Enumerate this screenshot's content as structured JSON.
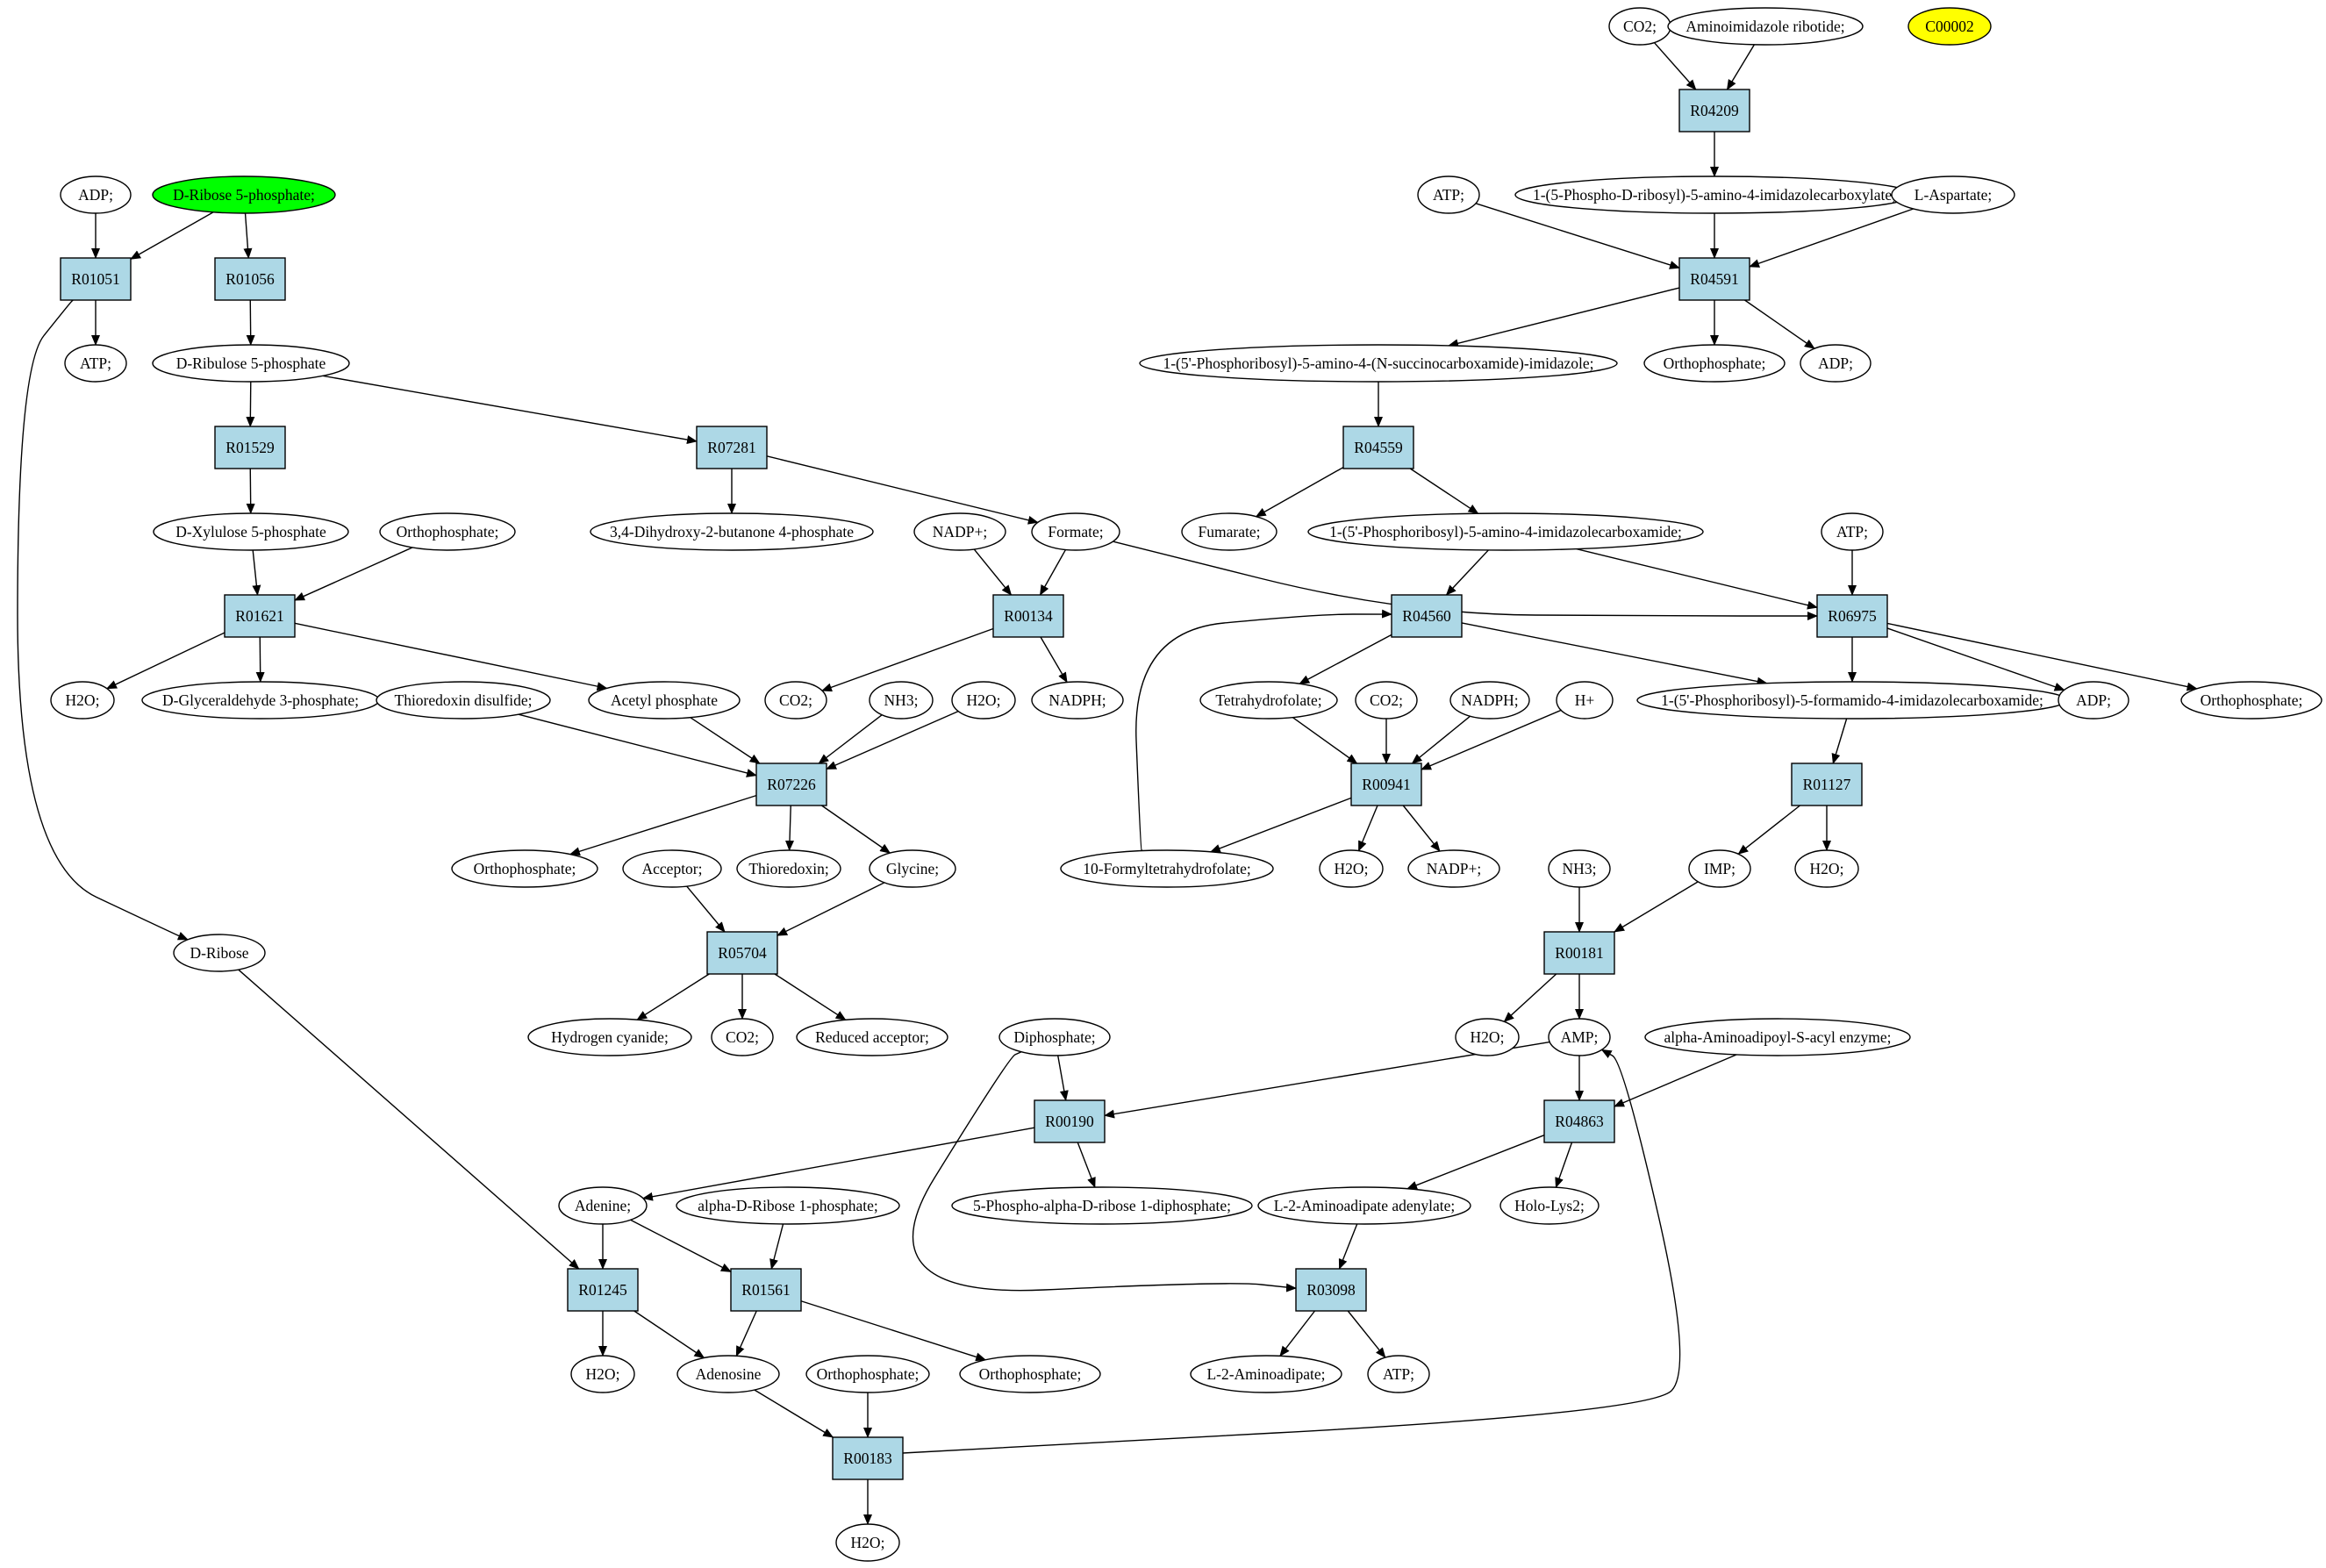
{
  "diagram": {
    "colors": {
      "reaction_fill": "#add8e6",
      "metabolite_fill": "#ffffff",
      "start_fill": "#00ff00",
      "highlight_fill": "#ffff00",
      "stroke": "#000000"
    },
    "nodes": [
      {
        "id": "m_co2_top",
        "label": "CO2;",
        "kind": "metabolite"
      },
      {
        "id": "m_air",
        "label": "Aminoimidazole ribotide;",
        "kind": "metabolite"
      },
      {
        "id": "m_c00002",
        "label": "C00002",
        "kind": "highlight"
      },
      {
        "id": "r_R04209",
        "label": "R04209",
        "kind": "reaction"
      },
      {
        "id": "m_atp_r04591",
        "label": "ATP;",
        "kind": "metabolite"
      },
      {
        "id": "m_cair",
        "label": "1-(5-Phospho-D-ribosyl)-5-amino-4-imidazolecarboxylate;",
        "kind": "metabolite"
      },
      {
        "id": "m_aspartate",
        "label": "L-Aspartate;",
        "kind": "metabolite"
      },
      {
        "id": "r_R04591",
        "label": "R04591",
        "kind": "reaction"
      },
      {
        "id": "m_saicar",
        "label": "1-(5'-Phosphoribosyl)-5-amino-4-(N-succinocarboxamide)-imidazole;",
        "kind": "metabolite"
      },
      {
        "id": "m_orthophos_r04591",
        "label": "Orthophosphate;",
        "kind": "metabolite"
      },
      {
        "id": "m_adp_r04591",
        "label": "ADP;",
        "kind": "metabolite"
      },
      {
        "id": "r_R04559",
        "label": "R04559",
        "kind": "reaction"
      },
      {
        "id": "m_fumarate",
        "label": "Fumarate;",
        "kind": "metabolite"
      },
      {
        "id": "m_aicar",
        "label": "1-(5'-Phosphoribosyl)-5-amino-4-imidazolecarboxamide;",
        "kind": "metabolite"
      },
      {
        "id": "m_atp_r06975",
        "label": "ATP;",
        "kind": "metabolite"
      },
      {
        "id": "r_R04560",
        "label": "R04560",
        "kind": "reaction"
      },
      {
        "id": "r_R06975",
        "label": "R06975",
        "kind": "reaction"
      },
      {
        "id": "m_thf",
        "label": "Tetrahydrofolate;",
        "kind": "metabolite"
      },
      {
        "id": "m_co2_r00941",
        "label": "CO2;",
        "kind": "metabolite"
      },
      {
        "id": "m_nadph_r00941",
        "label": "NADPH;",
        "kind": "metabolite"
      },
      {
        "id": "m_hplus",
        "label": "H+",
        "kind": "metabolite"
      },
      {
        "id": "m_faicar",
        "label": "1-(5'-Phosphoribosyl)-5-formamido-4-imidazolecarboxamide;",
        "kind": "metabolite"
      },
      {
        "id": "m_adp_r06975",
        "label": "ADP;",
        "kind": "metabolite"
      },
      {
        "id": "m_orthophos_r06975",
        "label": "Orthophosphate;",
        "kind": "metabolite"
      },
      {
        "id": "r_R00941",
        "label": "R00941",
        "kind": "reaction"
      },
      {
        "id": "m_10fthf",
        "label": "10-Formyltetrahydrofolate;",
        "kind": "metabolite"
      },
      {
        "id": "m_h2o_r00941",
        "label": "H2O;",
        "kind": "metabolite"
      },
      {
        "id": "m_nadp_r00941",
        "label": "NADP+;",
        "kind": "metabolite"
      },
      {
        "id": "r_R01127",
        "label": "R01127",
        "kind": "reaction"
      },
      {
        "id": "m_imp",
        "label": "IMP;",
        "kind": "metabolite"
      },
      {
        "id": "m_h2o_r01127",
        "label": "H2O;",
        "kind": "metabolite"
      },
      {
        "id": "m_nh3_r00181",
        "label": "NH3;",
        "kind": "metabolite"
      },
      {
        "id": "r_R00181",
        "label": "R00181",
        "kind": "reaction"
      },
      {
        "id": "m_h2o_r00181",
        "label": "H2O;",
        "kind": "metabolite"
      },
      {
        "id": "m_amp",
        "label": "AMP;",
        "kind": "metabolite"
      },
      {
        "id": "m_aminoadipoyl",
        "label": "alpha-Aminoadipoyl-S-acyl enzyme;",
        "kind": "metabolite"
      },
      {
        "id": "r_R04863",
        "label": "R04863",
        "kind": "reaction"
      },
      {
        "id": "m_l2aa_adenylate",
        "label": "L-2-Aminoadipate adenylate;",
        "kind": "metabolite"
      },
      {
        "id": "m_hololys2",
        "label": "Holo-Lys2;",
        "kind": "metabolite"
      },
      {
        "id": "r_R03098",
        "label": "R03098",
        "kind": "reaction"
      },
      {
        "id": "m_l2aa",
        "label": "L-2-Aminoadipate;",
        "kind": "metabolite"
      },
      {
        "id": "m_atp_r03098",
        "label": "ATP;",
        "kind": "metabolite"
      },
      {
        "id": "m_diphosphate",
        "label": "Diphosphate;",
        "kind": "metabolite"
      },
      {
        "id": "r_R00190",
        "label": "R00190",
        "kind": "reaction"
      },
      {
        "id": "m_prpp",
        "label": "5-Phospho-alpha-D-ribose 1-diphosphate;",
        "kind": "metabolite"
      },
      {
        "id": "m_adenine",
        "label": "Adenine;",
        "kind": "metabolite"
      },
      {
        "id": "m_r1p",
        "label": "alpha-D-Ribose 1-phosphate;",
        "kind": "metabolite"
      },
      {
        "id": "r_R01245",
        "label": "R01245",
        "kind": "reaction"
      },
      {
        "id": "r_R01561",
        "label": "R01561",
        "kind": "reaction"
      },
      {
        "id": "m_h2o_r01245",
        "label": "H2O;",
        "kind": "metabolite"
      },
      {
        "id": "m_adenosine",
        "label": "Adenosine",
        "kind": "metabolite"
      },
      {
        "id": "m_orthophos_r00183",
        "label": "Orthophosphate;",
        "kind": "metabolite"
      },
      {
        "id": "m_orthophos_r01561",
        "label": "Orthophosphate;",
        "kind": "metabolite"
      },
      {
        "id": "r_R00183",
        "label": "R00183",
        "kind": "reaction"
      },
      {
        "id": "m_h2o_r00183",
        "label": "H2O;",
        "kind": "metabolite"
      },
      {
        "id": "m_adp_r01051",
        "label": "ADP;",
        "kind": "metabolite"
      },
      {
        "id": "m_r5p",
        "label": "D-Ribose 5-phosphate;",
        "kind": "start"
      },
      {
        "id": "r_R01051",
        "label": "R01051",
        "kind": "reaction"
      },
      {
        "id": "r_R01056",
        "label": "R01056",
        "kind": "reaction"
      },
      {
        "id": "m_atp_r01051",
        "label": "ATP;",
        "kind": "metabolite"
      },
      {
        "id": "m_ru5p",
        "label": "D-Ribulose 5-phosphate",
        "kind": "metabolite"
      },
      {
        "id": "r_R01529",
        "label": "R01529",
        "kind": "reaction"
      },
      {
        "id": "r_R07281",
        "label": "R07281",
        "kind": "reaction"
      },
      {
        "id": "m_xu5p",
        "label": "D-Xylulose 5-phosphate",
        "kind": "metabolite"
      },
      {
        "id": "m_orthophos_r01621",
        "label": "Orthophosphate;",
        "kind": "metabolite"
      },
      {
        "id": "m_dhbp",
        "label": "3,4-Dihydroxy-2-butanone 4-phosphate",
        "kind": "metabolite"
      },
      {
        "id": "m_nadp_r00134",
        "label": "NADP+;",
        "kind": "metabolite"
      },
      {
        "id": "m_formate",
        "label": "Formate;",
        "kind": "metabolite"
      },
      {
        "id": "r_R01621",
        "label": "R01621",
        "kind": "reaction"
      },
      {
        "id": "r_R00134",
        "label": "R00134",
        "kind": "reaction"
      },
      {
        "id": "m_h2o_r01621",
        "label": "H2O;",
        "kind": "metabolite"
      },
      {
        "id": "m_gap",
        "label": "D-Glyceraldehyde 3-phosphate;",
        "kind": "metabolite"
      },
      {
        "id": "m_trx_ss",
        "label": "Thioredoxin disulfide;",
        "kind": "metabolite"
      },
      {
        "id": "m_acetylp",
        "label": "Acetyl phosphate",
        "kind": "metabolite"
      },
      {
        "id": "m_co2_r00134",
        "label": "CO2;",
        "kind": "metabolite"
      },
      {
        "id": "m_nh3_r07226",
        "label": "NH3;",
        "kind": "metabolite"
      },
      {
        "id": "m_h2o_r07226",
        "label": "H2O;",
        "kind": "metabolite"
      },
      {
        "id": "m_nadph_r00134",
        "label": "NADPH;",
        "kind": "metabolite"
      },
      {
        "id": "r_R07226",
        "label": "R07226",
        "kind": "reaction"
      },
      {
        "id": "m_orthophos_r07226",
        "label": "Orthophosphate;",
        "kind": "metabolite"
      },
      {
        "id": "m_thioredoxin",
        "label": "Thioredoxin;",
        "kind": "metabolite"
      },
      {
        "id": "m_glycine",
        "label": "Glycine;",
        "kind": "metabolite"
      },
      {
        "id": "m_acceptor",
        "label": "Acceptor;",
        "kind": "metabolite"
      },
      {
        "id": "r_R05704",
        "label": "R05704",
        "kind": "reaction"
      },
      {
        "id": "m_hcn",
        "label": "Hydrogen cyanide;",
        "kind": "metabolite"
      },
      {
        "id": "m_co2_r05704",
        "label": "CO2;",
        "kind": "metabolite"
      },
      {
        "id": "m_reduced_acceptor",
        "label": "Reduced acceptor;",
        "kind": "metabolite"
      },
      {
        "id": "m_dribose",
        "label": "D-Ribose",
        "kind": "metabolite"
      }
    ],
    "edges": [
      [
        "m_co2_top",
        "r_R04209"
      ],
      [
        "m_air",
        "r_R04209"
      ],
      [
        "r_R04209",
        "m_cair"
      ],
      [
        "m_atp_r04591",
        "r_R04591"
      ],
      [
        "m_cair",
        "r_R04591"
      ],
      [
        "m_aspartate",
        "r_R04591"
      ],
      [
        "r_R04591",
        "m_saicar"
      ],
      [
        "r_R04591",
        "m_orthophos_r04591"
      ],
      [
        "r_R04591",
        "m_adp_r04591"
      ],
      [
        "m_saicar",
        "r_R04559"
      ],
      [
        "r_R04559",
        "m_fumarate"
      ],
      [
        "r_R04559",
        "m_aicar"
      ],
      [
        "m_aicar",
        "r_R04560"
      ],
      [
        "m_aicar",
        "r_R06975"
      ],
      [
        "m_atp_r06975",
        "r_R06975"
      ],
      [
        "m_formate",
        "r_R06975"
      ],
      [
        "m_10fthf",
        "r_R04560"
      ],
      [
        "r_R04560",
        "m_thf"
      ],
      [
        "r_R04560",
        "m_faicar"
      ],
      [
        "r_R06975",
        "m_faicar"
      ],
      [
        "r_R06975",
        "m_adp_r06975"
      ],
      [
        "r_R06975",
        "m_orthophos_r06975"
      ],
      [
        "m_thf",
        "r_R00941"
      ],
      [
        "m_co2_r00941",
        "r_R00941"
      ],
      [
        "m_nadph_r00941",
        "r_R00941"
      ],
      [
        "m_hplus",
        "r_R00941"
      ],
      [
        "r_R00941",
        "m_10fthf"
      ],
      [
        "r_R00941",
        "m_h2o_r00941"
      ],
      [
        "r_R00941",
        "m_nadp_r00941"
      ],
      [
        "m_faicar",
        "r_R01127"
      ],
      [
        "r_R01127",
        "m_imp"
      ],
      [
        "r_R01127",
        "m_h2o_r01127"
      ],
      [
        "m_nh3_r00181",
        "r_R00181"
      ],
      [
        "m_imp",
        "r_R00181"
      ],
      [
        "r_R00181",
        "m_h2o_r00181"
      ],
      [
        "r_R00181",
        "m_amp"
      ],
      [
        "m_amp",
        "r_R04863"
      ],
      [
        "m_aminoadipoyl",
        "r_R04863"
      ],
      [
        "r_R04863",
        "m_l2aa_adenylate"
      ],
      [
        "r_R04863",
        "m_hololys2"
      ],
      [
        "m_l2aa_adenylate",
        "r_R03098"
      ],
      [
        "m_diphosphate",
        "r_R03098"
      ],
      [
        "r_R03098",
        "m_l2aa"
      ],
      [
        "r_R03098",
        "m_atp_r03098"
      ],
      [
        "m_amp",
        "r_R00190"
      ],
      [
        "m_diphosphate",
        "r_R00190"
      ],
      [
        "r_R00190",
        "m_prpp"
      ],
      [
        "r_R00190",
        "m_adenine"
      ],
      [
        "m_adenine",
        "r_R01245"
      ],
      [
        "m_dribose",
        "r_R01245"
      ],
      [
        "r_R01245",
        "m_h2o_r01245"
      ],
      [
        "r_R01245",
        "m_adenosine"
      ],
      [
        "m_adenine",
        "r_R01561"
      ],
      [
        "m_r1p",
        "r_R01561"
      ],
      [
        "r_R01561",
        "m_adenosine"
      ],
      [
        "r_R01561",
        "m_orthophos_r01561"
      ],
      [
        "m_adenosine",
        "r_R00183"
      ],
      [
        "m_orthophos_r00183",
        "r_R00183"
      ],
      [
        "r_R00183",
        "m_h2o_r00183"
      ],
      [
        "r_R00183",
        "m_amp"
      ],
      [
        "m_adp_r01051",
        "r_R01051"
      ],
      [
        "m_r5p",
        "r_R01051"
      ],
      [
        "m_r5p",
        "r_R01056"
      ],
      [
        "r_R01051",
        "m_atp_r01051"
      ],
      [
        "r_R01051",
        "m_dribose"
      ],
      [
        "r_R01056",
        "m_ru5p"
      ],
      [
        "m_ru5p",
        "r_R01529"
      ],
      [
        "m_ru5p",
        "r_R07281"
      ],
      [
        "r_R01529",
        "m_xu5p"
      ],
      [
        "r_R07281",
        "m_dhbp"
      ],
      [
        "r_R07281",
        "m_formate"
      ],
      [
        "m_xu5p",
        "r_R01621"
      ],
      [
        "m_orthophos_r01621",
        "r_R01621"
      ],
      [
        "r_R01621",
        "m_h2o_r01621"
      ],
      [
        "r_R01621",
        "m_gap"
      ],
      [
        "r_R01621",
        "m_acetylp"
      ],
      [
        "m_nadp_r00134",
        "r_R00134"
      ],
      [
        "m_formate",
        "r_R00134"
      ],
      [
        "r_R00134",
        "m_co2_r00134"
      ],
      [
        "r_R00134",
        "m_nadph_r00134"
      ],
      [
        "m_trx_ss",
        "r_R07226"
      ],
      [
        "m_acetylp",
        "r_R07226"
      ],
      [
        "m_nh3_r07226",
        "r_R07226"
      ],
      [
        "m_h2o_r07226",
        "r_R07226"
      ],
      [
        "r_R07226",
        "m_orthophos_r07226"
      ],
      [
        "r_R07226",
        "m_thioredoxin"
      ],
      [
        "r_R07226",
        "m_glycine"
      ],
      [
        "m_acceptor",
        "r_R05704"
      ],
      [
        "m_glycine",
        "r_R05704"
      ],
      [
        "r_R05704",
        "m_hcn"
      ],
      [
        "r_R05704",
        "m_co2_r05704"
      ],
      [
        "r_R05704",
        "m_reduced_acceptor"
      ]
    ]
  }
}
